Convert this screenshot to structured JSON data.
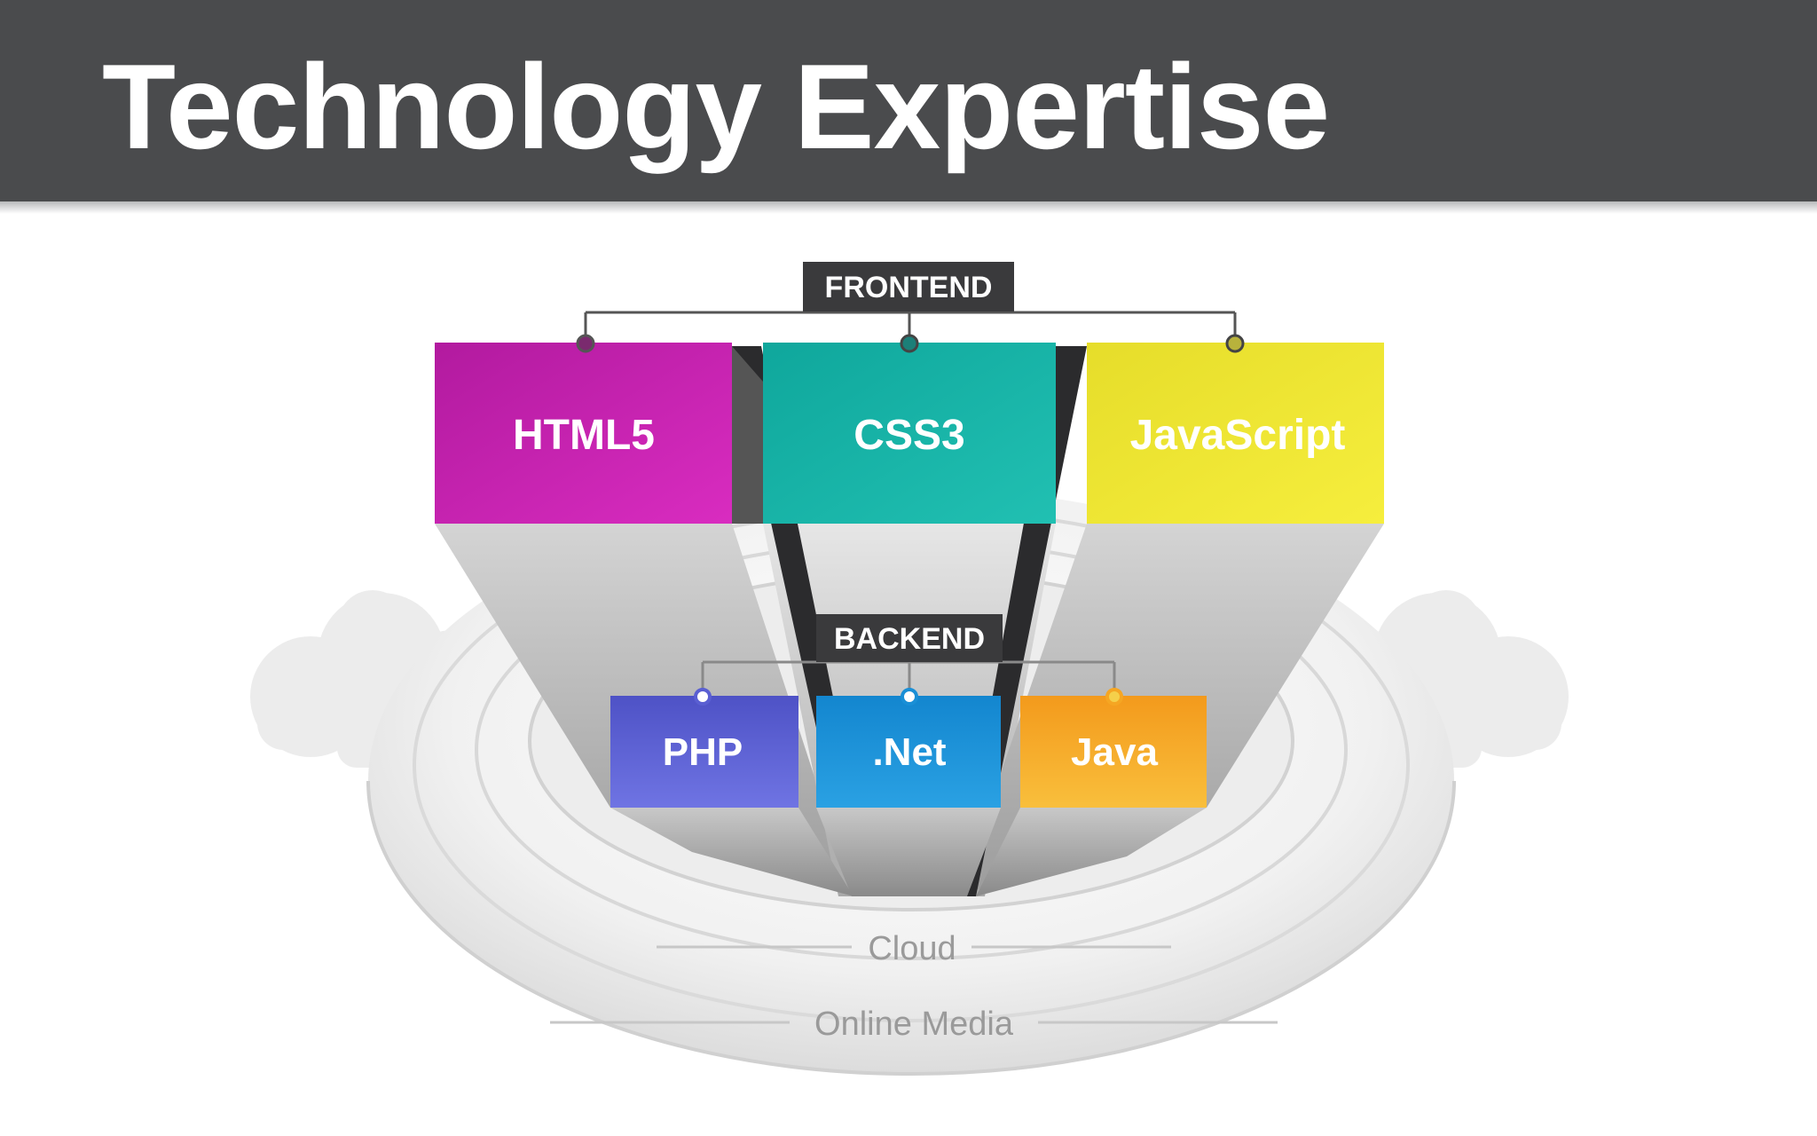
{
  "title": "Technology Expertise",
  "frontend": {
    "label": "FRONTEND",
    "items": [
      {
        "name": "HTML5",
        "color": "#c91aae"
      },
      {
        "name": "CSS3",
        "color": "#13b1a6"
      },
      {
        "name": "JavaScript",
        "color": "#eee42e"
      }
    ]
  },
  "backend": {
    "label": "BACKEND",
    "items": [
      {
        "name": "PHP",
        "color": "#5a5fd2"
      },
      {
        "name": ".Net",
        "color": "#1a8fd6"
      },
      {
        "name": "Java",
        "color": "#f5a623"
      }
    ]
  },
  "rings": {
    "inner": "Cloud",
    "outer": "Online Media"
  }
}
